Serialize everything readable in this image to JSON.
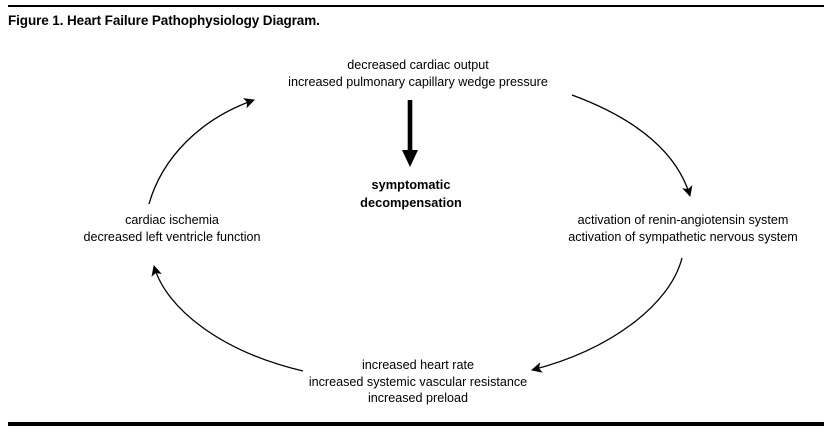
{
  "figure": {
    "title": "Figure 1. Heart Failure Pathophysiology Diagram.",
    "background_color": "#ffffff",
    "line_color": "#000000",
    "text_color": "#000000"
  },
  "nodes": {
    "top": {
      "id": "decreased-cardiac-output",
      "lines": [
        "decreased cardiac output",
        "increased pulmonary capillary wedge pressure"
      ]
    },
    "right": {
      "id": "neurohormonal-activation",
      "lines": [
        "activation of renin-angiotensin system",
        "activation of sympathetic nervous system"
      ]
    },
    "bottom": {
      "id": "hemodynamic-response",
      "lines": [
        "increased heart rate",
        "increased systemic vascular resistance",
        "increased preload"
      ]
    },
    "left": {
      "id": "cardiac-ischemia",
      "lines": [
        "cardiac ischemia",
        "decreased left ventricle function"
      ]
    },
    "center": {
      "id": "symptomatic-decompensation",
      "lines": [
        "symptomatic",
        "decompensation"
      ],
      "emphasis": "bold"
    }
  },
  "arrows": {
    "cycle_direction": "clockwise",
    "curved": [
      {
        "name": "top-to-right",
        "from": "top",
        "to": "right"
      },
      {
        "name": "right-to-bottom",
        "from": "right",
        "to": "bottom"
      },
      {
        "name": "bottom-to-left",
        "from": "bottom",
        "to": "left"
      },
      {
        "name": "left-to-top",
        "from": "left",
        "to": "top"
      }
    ],
    "straight": [
      {
        "name": "top-to-center",
        "from": "top",
        "to": "center",
        "style": "thick-vertical-down"
      }
    ]
  }
}
